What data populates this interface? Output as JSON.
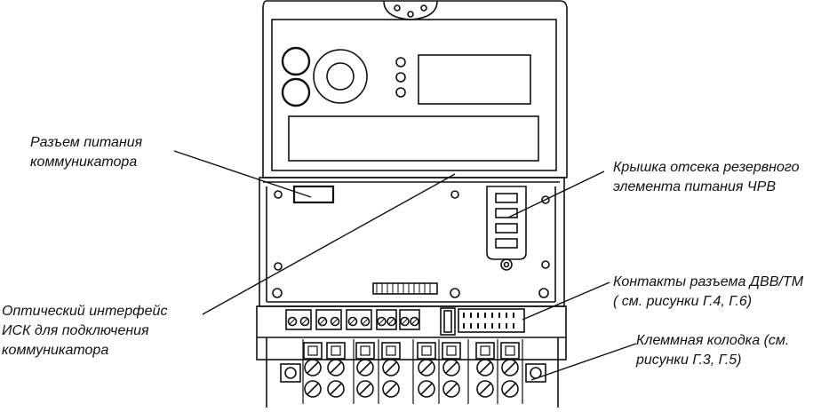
{
  "callouts": [
    {
      "id": "power-connector",
      "lines": [
        "Разъем питания",
        "коммуникатора"
      ]
    },
    {
      "id": "battery-cover",
      "lines": [
        "Крышка отсека резервного",
        "элемента питания ЧРВ"
      ]
    },
    {
      "id": "optical-interface",
      "lines": [
        "Оптический интерфейс",
        "ИСК для подключения",
        "коммуникатора"
      ]
    },
    {
      "id": "dvv-contacts",
      "lines": [
        "Контакты разъема ДВВ/ТМ",
        "( см. рисунки Г.4, Г.6)"
      ]
    },
    {
      "id": "terminal-block",
      "lines": [
        "Клеммная колодка (см.",
        "рисунки Г.3, Г.5)"
      ]
    }
  ]
}
